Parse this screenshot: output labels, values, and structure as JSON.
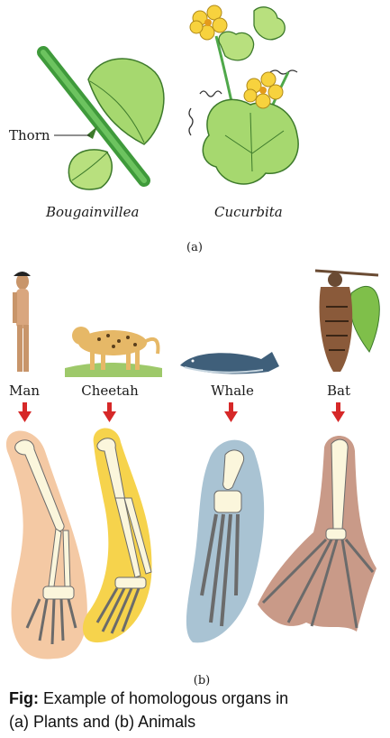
{
  "part_a": {
    "label": "(a)",
    "thorn_label": "Thorn",
    "plant_left": "Bougainvillea",
    "plant_right": "Cucurbita"
  },
  "part_b": {
    "label": "(b)",
    "animals": [
      {
        "name": "Man",
        "limb_color": "#f4c9a4"
      },
      {
        "name": "Cheetah",
        "limb_color": "#f6d34c"
      },
      {
        "name": "Whale",
        "limb_color": "#a9c3d3"
      },
      {
        "name": "Bat",
        "limb_color": "#c99a88"
      }
    ]
  },
  "caption": {
    "prefix": "Fig:",
    "line1": " Example of homologous organs in",
    "line2": "(a) Plants and (b) Animals"
  },
  "colors": {
    "arrow": "#d62828",
    "leaf": "#9fd46a",
    "stem": "#4fa84a",
    "flower": "#f7d23e",
    "bone": "#fbf6dc"
  }
}
